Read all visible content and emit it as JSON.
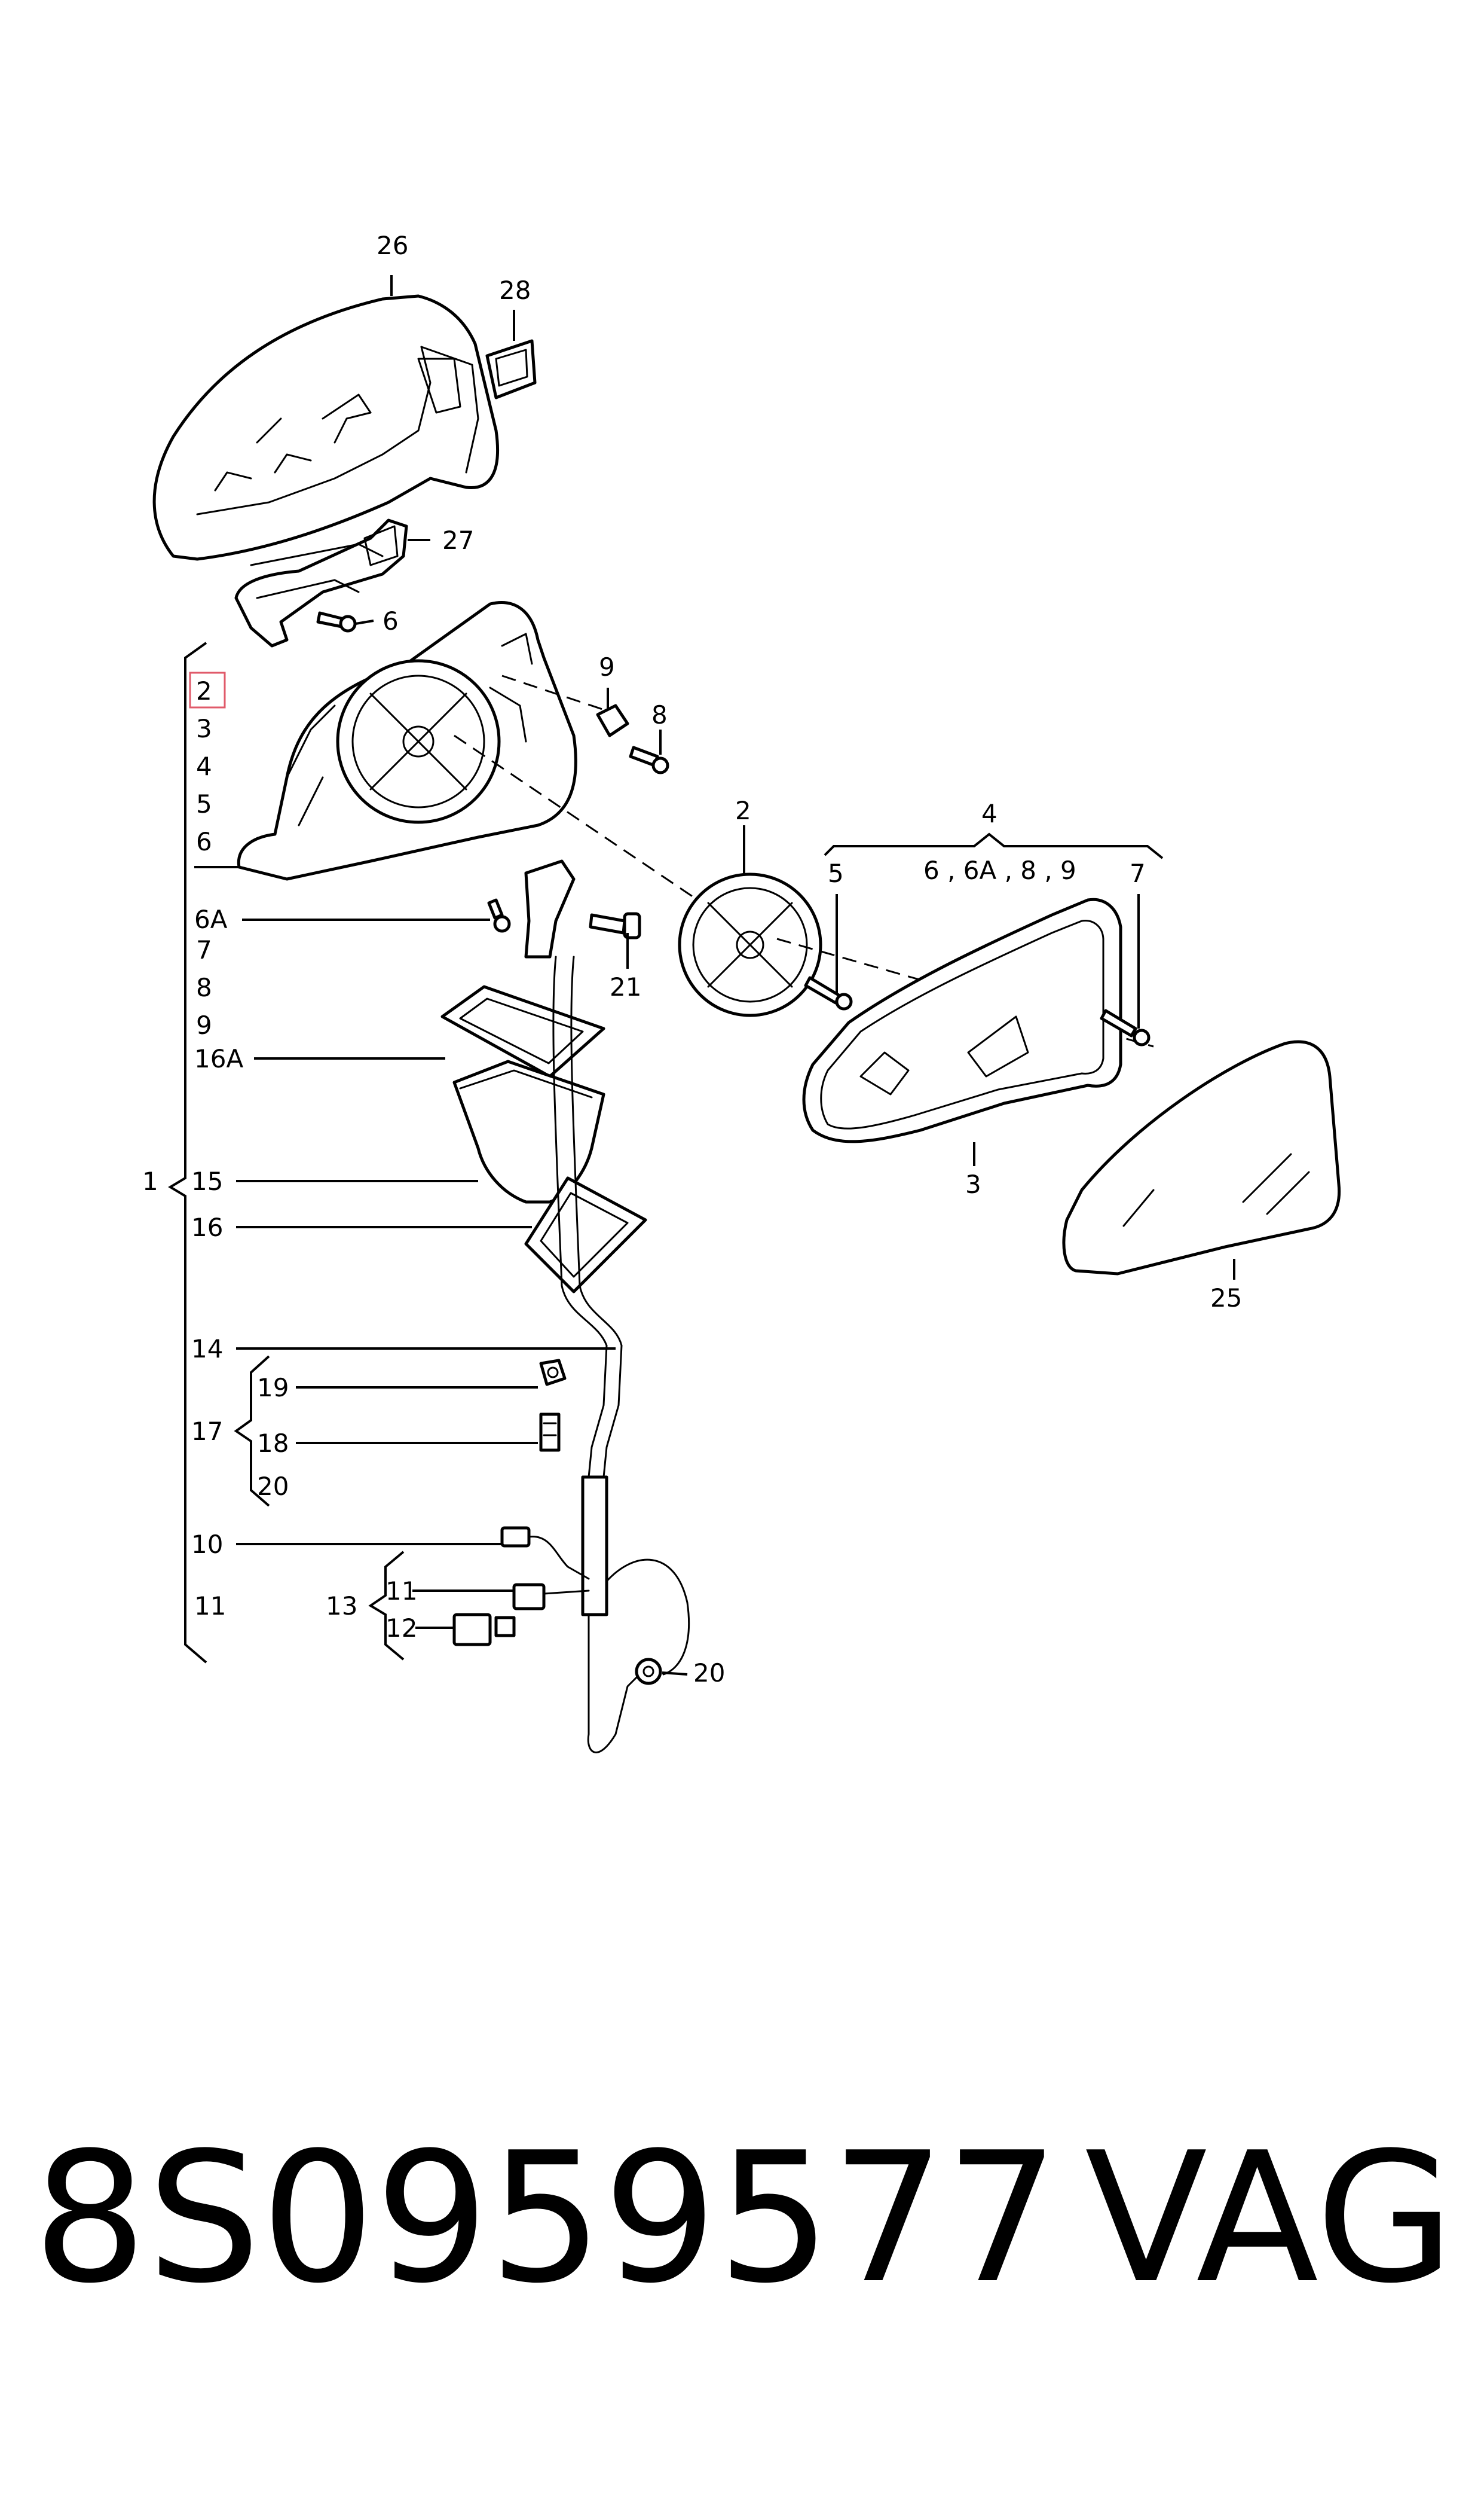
{
  "callouts": {
    "c26": "26",
    "c28": "28",
    "c27": "27",
    "c6_top": "6",
    "c9": "9",
    "c8": "8",
    "c2_mid": "2",
    "c4": "4",
    "c4_sub": "6 , 6A , 8 , 9",
    "c5": "5",
    "c7": "7",
    "c21": "21",
    "c3_glass": "3",
    "c25": "25",
    "c20_bottom": "20"
  },
  "left_list": {
    "group1_label": "1",
    "items_a": [
      "2",
      "3",
      "4",
      "5",
      "6",
      "6A",
      "7",
      "8",
      "9",
      "16A",
      "15",
      "16",
      "14"
    ],
    "group17_label": "17",
    "group17_items": [
      "19",
      "18",
      "20"
    ],
    "item10": "10",
    "group13_label": "13",
    "group13_items": [
      "11",
      "12"
    ],
    "item11": "11"
  },
  "footer": {
    "part_number": "8S0959577",
    "manufacturer": "VAG"
  }
}
